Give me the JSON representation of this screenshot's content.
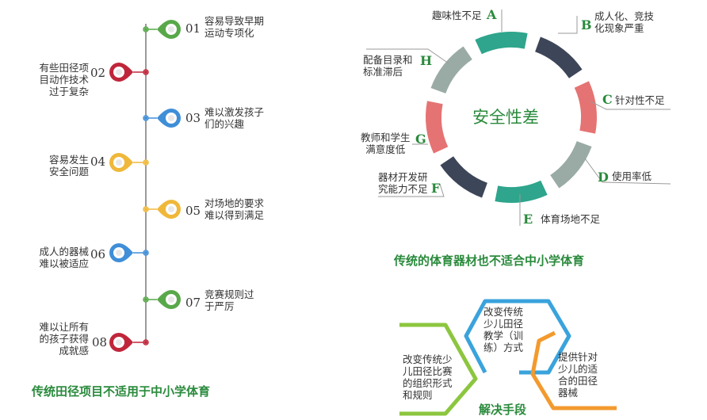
{
  "timeline": {
    "items": [
      {
        "num": "01",
        "text": [
          "容易导致早期",
          "运动专项化"
        ],
        "color": "#58a84a"
      },
      {
        "num": "02",
        "text": [
          "有些田径项",
          "目动作技术",
          "过于复杂"
        ],
        "color": "#c0263a"
      },
      {
        "num": "03",
        "text": [
          "难以激发孩子",
          "们的兴趣"
        ],
        "color": "#3f8ed8"
      },
      {
        "num": "04",
        "text": [
          "容易发生",
          "安全问题"
        ],
        "color": "#f0b83a"
      },
      {
        "num": "05",
        "text": [
          "对场地的要求",
          "难以得到满足"
        ],
        "color": "#f0b83a"
      },
      {
        "num": "06",
        "text": [
          "成人的器械",
          "难以被适应"
        ],
        "color": "#3f8ed8"
      },
      {
        "num": "07",
        "text": [
          "竞赛规则过",
          "于严厉"
        ],
        "color": "#58a84a"
      },
      {
        "num": "08",
        "text": [
          "难以让所有",
          "的孩子获得",
          "成就感"
        ],
        "color": "#c0263a"
      }
    ],
    "caption": "传统田径项目不适用于中小学体育"
  },
  "ring": {
    "center": "安全性差",
    "caption": "传统的体育器材也不适合中小学体育",
    "segments": [
      {
        "letter": "A",
        "text": [
          "趣味性不足"
        ],
        "color": "#2ea58c"
      },
      {
        "letter": "B",
        "text": [
          "成人化、竞技",
          "化现象严重"
        ],
        "color": "#3d4658"
      },
      {
        "letter": "C",
        "text": [
          "针对性不足"
        ],
        "color": "#e57373"
      },
      {
        "letter": "D",
        "text": [
          "使用率低"
        ],
        "color": "#9aaba6"
      },
      {
        "letter": "E",
        "text": [
          "体育场地不足"
        ],
        "color": "#2ea58c"
      },
      {
        "letter": "F",
        "text": [
          "器材开发研",
          "究能力不足"
        ],
        "color": "#3d4658"
      },
      {
        "letter": "G",
        "text": [
          "教师和学生",
          "满意度低"
        ],
        "color": "#e57373"
      },
      {
        "letter": "H",
        "text": [
          "配备目录和",
          "标准滞后"
        ],
        "color": "#9aaba6"
      }
    ]
  },
  "solutions": {
    "title": "解决手段",
    "items": [
      {
        "text": [
          "改变传统少",
          "儿田径比赛",
          "的组织形式",
          "和规则"
        ],
        "color": "#8cc63f"
      },
      {
        "text": [
          "改变传统",
          "少儿田径",
          "教学（训",
          "练）方式"
        ],
        "color": "#3aa3dc"
      },
      {
        "text": [
          "提供针对",
          "少儿的适",
          "合的田径",
          "器械"
        ],
        "color": "#f39a2e"
      }
    ]
  }
}
